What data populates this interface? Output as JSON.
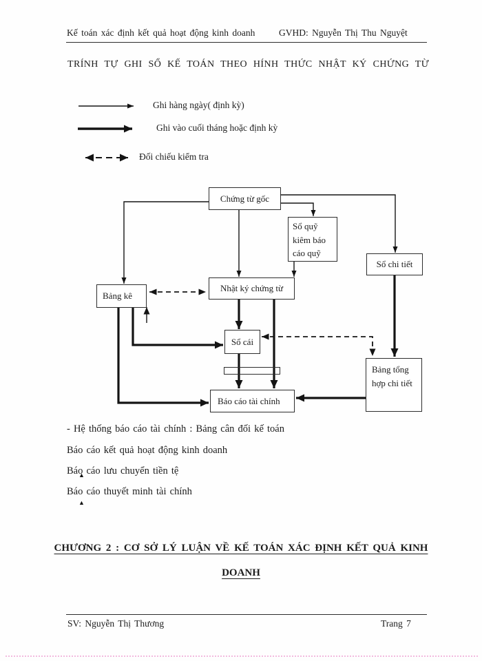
{
  "header": {
    "left": "Kế toán xác định kết quả hoạt động kinh doanh",
    "right": "GVHD: Nguyễn Thị Thu Nguyệt"
  },
  "title": "TRÍNH TỰ GHI SỔ KẾ TOÁN THEO HÍNH THỨC NHẬT KÝ CHỨNG TỪ",
  "legend": {
    "items": [
      {
        "icon": "thin-arrow",
        "label": "Ghi hàng ngày( định kỳ)"
      },
      {
        "icon": "thick-arrow",
        "label": "Ghi vào cuối tháng hoặc định kỳ"
      },
      {
        "icon": "dashed-double-arrow",
        "label": "Đối chiếu kiểm tra"
      }
    ]
  },
  "diagram": {
    "boxes": [
      {
        "label": "Chứng từ gốc"
      },
      {
        "label": "Sổ quỹ kiêm báo cáo quỹ"
      },
      {
        "label": "Sổ chi tiết"
      },
      {
        "label": "Bảng kê"
      },
      {
        "label": "Nhật ký chứng từ"
      },
      {
        "label": "Sổ cái"
      },
      {
        "label": "Báo cáo tài chính"
      },
      {
        "label": "Bảng tổng hợp chi tiết"
      }
    ]
  },
  "notes": [
    "- Hệ thống báo cáo tài chính : Bảng cân đối kế toán",
    "Báo cáo kết quả hoạt động kinh doanh",
    "Báo cáo lưu chuyển tiền tệ",
    "Báo cáo thuyết minh tài chính"
  ],
  "stray_marker": "▲",
  "chapter": {
    "line1": "CHƯƠNG 2 : CƠ SỞ LÝ LUẬN VỀ KẾ TOÁN XÁC ĐỊNH KẾT QUẢ KINH",
    "line2": "DOANH"
  },
  "footer": {
    "left": "SV: Nguyễn Thị Thương",
    "right": "Trang 7"
  }
}
